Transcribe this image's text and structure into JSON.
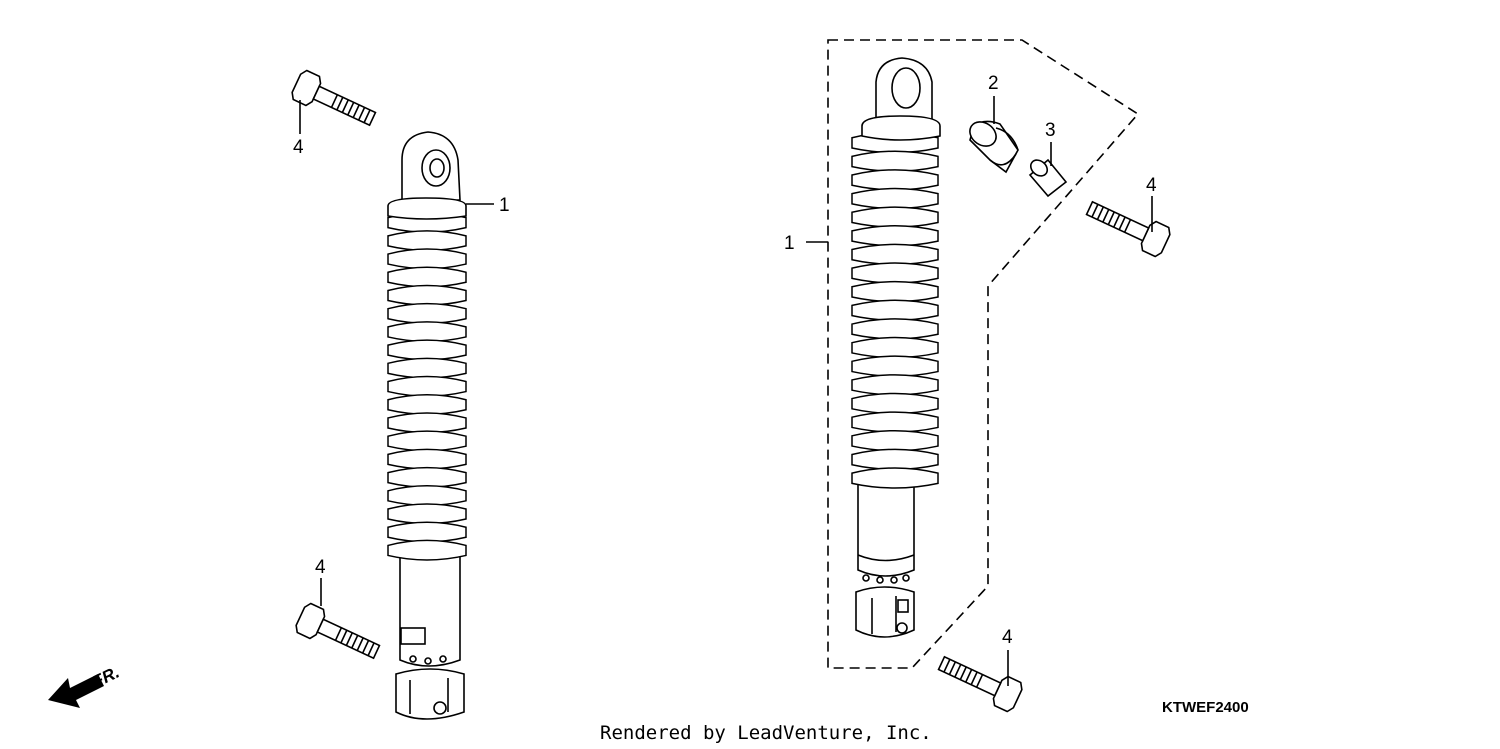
{
  "diagram": {
    "callouts": {
      "c1_left": "1",
      "c1_right": "1",
      "c2": "2",
      "c3": "3",
      "c4_top_left": "4",
      "c4_bottom_left": "4",
      "c4_right_upper": "4",
      "c4_right_lower": "4"
    },
    "direction_label": "FR.",
    "diagram_code": "KTWEF2400",
    "watermark": "Rendered by LeadVenture, Inc."
  }
}
